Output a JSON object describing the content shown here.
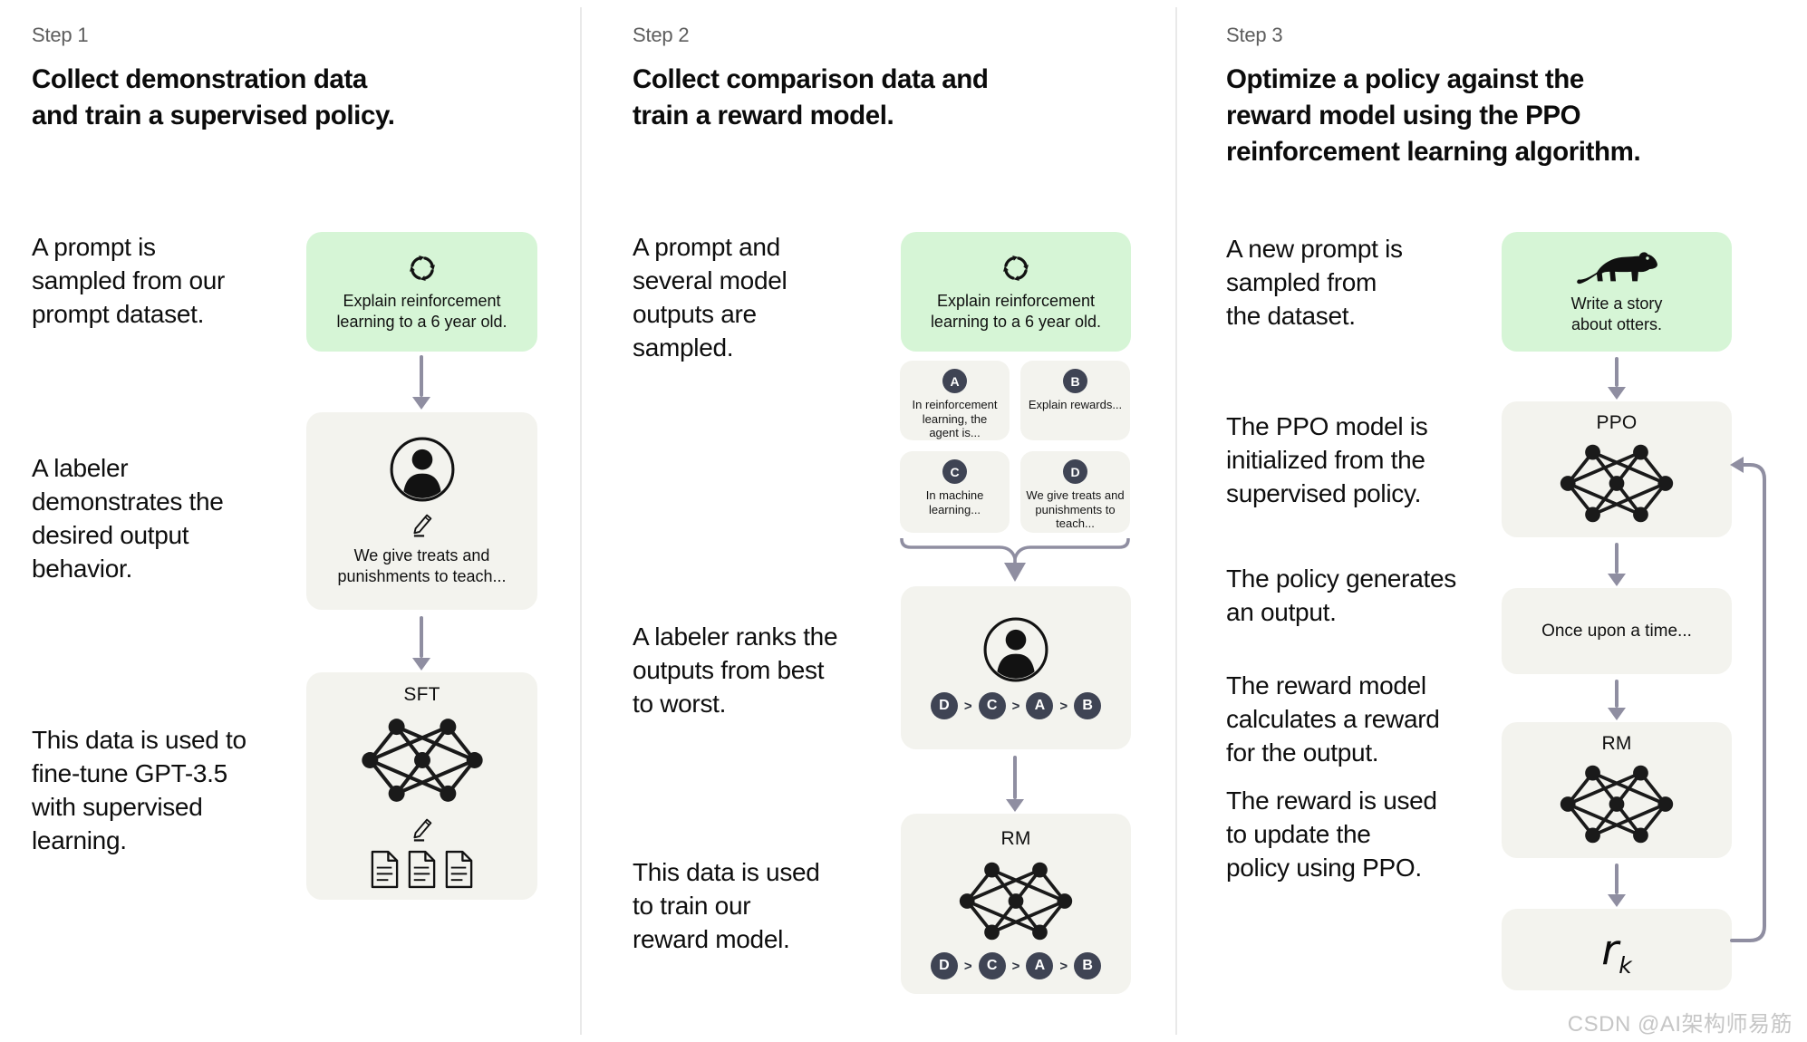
{
  "colors": {
    "green": "#d6f5d6",
    "graybox": "#f3f3ee",
    "badge": "#3f4454",
    "arrow": "#8f8ea1"
  },
  "ranking": {
    "separator": ">",
    "items": [
      "D",
      "C",
      "A",
      "B"
    ]
  },
  "steps": {
    "step1": {
      "label": "Step 1",
      "title": "Collect demonstration data\nand train a supervised policy.",
      "p_prompt": "A prompt is\nsampled from our\nprompt dataset.",
      "prompt_box": "Explain reinforcement\nlearning to a 6 year old.",
      "p_labeler": "A labeler\ndemonstrates the\ndesired output\nbehavior.",
      "labeler_box": "We give treats and\npunishments to teach...",
      "model_label": "SFT",
      "p_finetune": "This data is used to\nfine-tune GPT-3.5\nwith supervised\nlearning."
    },
    "step2": {
      "label": "Step 2",
      "title": "Collect comparison data and\ntrain a reward model.",
      "p_prompt": "A prompt and\nseveral model\noutputs are\nsampled.",
      "prompt_box": "Explain reinforcement\nlearning to a 6 year old.",
      "outputs": [
        {
          "badge": "A",
          "text": "In reinforcement\nlearning, the\nagent is..."
        },
        {
          "badge": "B",
          "text": "Explain rewards..."
        },
        {
          "badge": "C",
          "text": "In machine\nlearning..."
        },
        {
          "badge": "D",
          "text": "We give treats and\npunishments to\nteach..."
        }
      ],
      "p_rank": "A labeler ranks the\noutputs from best\nto worst.",
      "model_label": "RM",
      "p_train": "This data is used\nto train our\nreward model."
    },
    "step3": {
      "label": "Step 3",
      "title": "Optimize a policy against the\nreward model using the PPO\nreinforcement learning algorithm.",
      "p_prompt": "A new prompt is\nsampled from\nthe dataset.",
      "prompt_box": "Write a story\nabout otters.",
      "p_init": "The PPO model is\ninitialized from the\nsupervised policy.",
      "ppo_label": "PPO",
      "p_output": "The policy generates\nan output.",
      "output_box": "Once upon a time...",
      "p_reward": "The reward model\ncalculates a reward\nfor the output.",
      "rm_label": "RM",
      "p_update": "The reward is used\nto update the\npolicy using PPO.",
      "reward_symbol": "r",
      "reward_subscript": "k"
    }
  },
  "watermark": "CSDN @AI架构师易筋"
}
